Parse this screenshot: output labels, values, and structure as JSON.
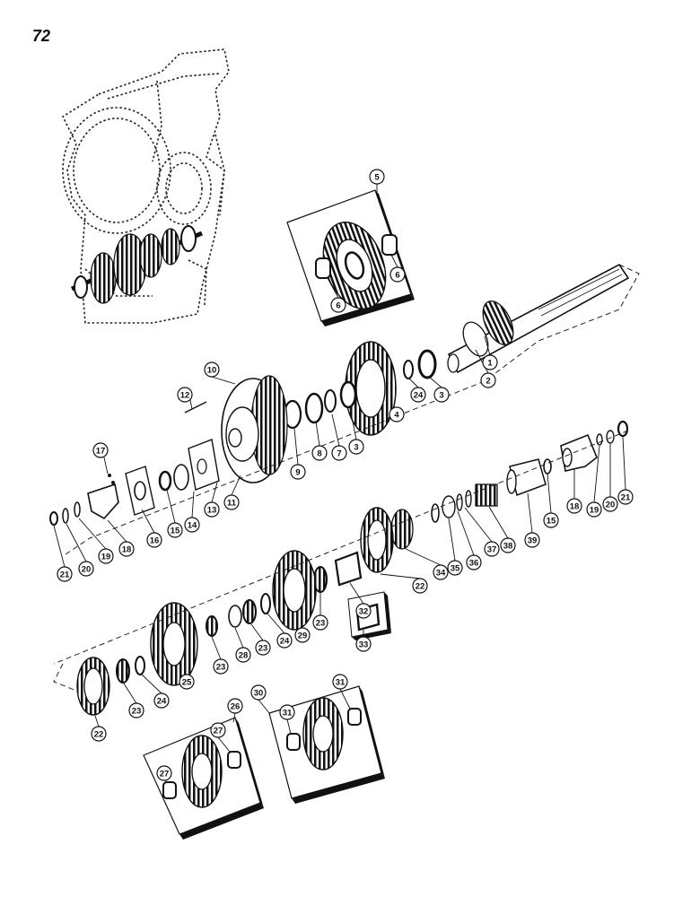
{
  "page": {
    "number": "72"
  },
  "callouts": [
    {
      "id": "c5",
      "label": "5"
    },
    {
      "id": "c6a",
      "label": "6"
    },
    {
      "id": "c6b",
      "label": "6"
    },
    {
      "id": "c1",
      "label": "1"
    },
    {
      "id": "c2",
      "label": "2"
    },
    {
      "id": "c3a",
      "label": "3"
    },
    {
      "id": "c24a",
      "label": "24"
    },
    {
      "id": "c4",
      "label": "4"
    },
    {
      "id": "c3b",
      "label": "3"
    },
    {
      "id": "c7",
      "label": "7"
    },
    {
      "id": "c8",
      "label": "8"
    },
    {
      "id": "c9",
      "label": "9"
    },
    {
      "id": "c10",
      "label": "10"
    },
    {
      "id": "c11",
      "label": "11"
    },
    {
      "id": "c12",
      "label": "12"
    },
    {
      "id": "c13",
      "label": "13"
    },
    {
      "id": "c14",
      "label": "14"
    },
    {
      "id": "c15a",
      "label": "15"
    },
    {
      "id": "c16",
      "label": "16"
    },
    {
      "id": "c17",
      "label": "17"
    },
    {
      "id": "c18a",
      "label": "18"
    },
    {
      "id": "c19a",
      "label": "19"
    },
    {
      "id": "c20a",
      "label": "20"
    },
    {
      "id": "c21a",
      "label": "21"
    },
    {
      "id": "c18b",
      "label": "18"
    },
    {
      "id": "c19b",
      "label": "19"
    },
    {
      "id": "c20b",
      "label": "20"
    },
    {
      "id": "c21b",
      "label": "21"
    },
    {
      "id": "c15b",
      "label": "15"
    },
    {
      "id": "c39",
      "label": "39"
    },
    {
      "id": "c38",
      "label": "38"
    },
    {
      "id": "c37",
      "label": "37"
    },
    {
      "id": "c36",
      "label": "36"
    },
    {
      "id": "c35",
      "label": "35"
    },
    {
      "id": "c34",
      "label": "34"
    },
    {
      "id": "c22a",
      "label": "22"
    },
    {
      "id": "c32",
      "label": "32"
    },
    {
      "id": "c33",
      "label": "33"
    },
    {
      "id": "c23a",
      "label": "23"
    },
    {
      "id": "c29",
      "label": "29"
    },
    {
      "id": "c24b",
      "label": "24"
    },
    {
      "id": "c23b",
      "label": "23"
    },
    {
      "id": "c28",
      "label": "28"
    },
    {
      "id": "c23c",
      "label": "23"
    },
    {
      "id": "c25",
      "label": "25"
    },
    {
      "id": "c24c",
      "label": "24"
    },
    {
      "id": "c23d",
      "label": "23"
    },
    {
      "id": "c22b",
      "label": "22"
    },
    {
      "id": "c26",
      "label": "26"
    },
    {
      "id": "c27a",
      "label": "27"
    },
    {
      "id": "c27b",
      "label": "27"
    },
    {
      "id": "c30",
      "label": "30"
    },
    {
      "id": "c31a",
      "label": "31"
    },
    {
      "id": "c31b",
      "label": "31"
    }
  ]
}
